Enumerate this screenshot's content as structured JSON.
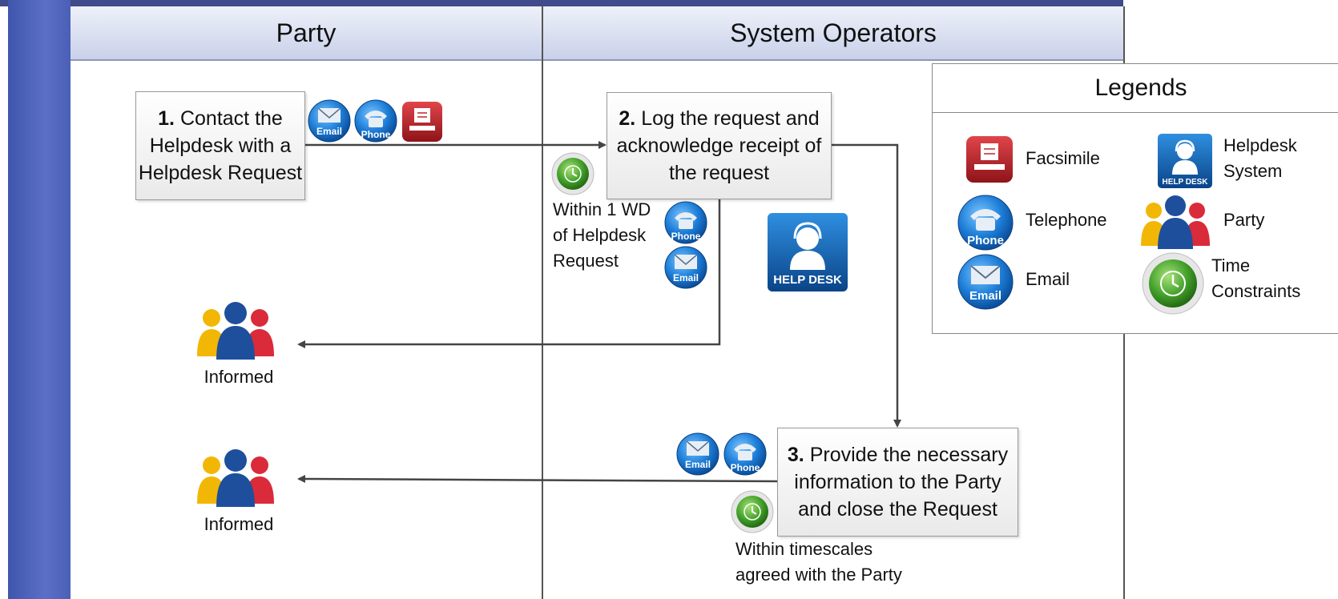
{
  "lanes": {
    "party": "Party",
    "operators": "System Operators"
  },
  "steps": [
    {
      "num": "1.",
      "text": "Contact the Helpdesk with a Helpdesk Request"
    },
    {
      "num": "2.",
      "text": "Log the request and acknowledge receipt of the request"
    },
    {
      "num": "3.",
      "text": "Provide the necessary information to the Party and close the Request"
    }
  ],
  "notes": {
    "step2_time_lines": [
      "Within 1 WD",
      "of Helpdesk",
      "Request"
    ],
    "step3_time_lines": [
      "Within timescales",
      "agreed with the Party"
    ]
  },
  "outcomes": [
    "Informed",
    "Informed"
  ],
  "icon_labels": {
    "email": "Email",
    "phone": "Phone",
    "helpdesk_big": "HELP DESK",
    "helpdesk_small": "HELP DESK"
  },
  "legend": {
    "title": "Legends",
    "items": [
      {
        "icon": "fax-icon",
        "label": "Facsimile"
      },
      {
        "icon": "helpdesk-icon",
        "label": "Helpdesk System"
      },
      {
        "icon": "phone-icon",
        "label": "Telephone"
      },
      {
        "icon": "party-icon",
        "label": "Party"
      },
      {
        "icon": "email-icon",
        "label": "Email"
      },
      {
        "icon": "clock-icon",
        "label": "Time Constraints"
      }
    ]
  },
  "colors": {
    "side_strip": "#4a5fb6",
    "header": "#c9d1ea",
    "email_phone": "#1f7fd6",
    "fax": "#c0272d",
    "helpdesk": "#0f5aa6",
    "clock": "#3a9a2a"
  }
}
